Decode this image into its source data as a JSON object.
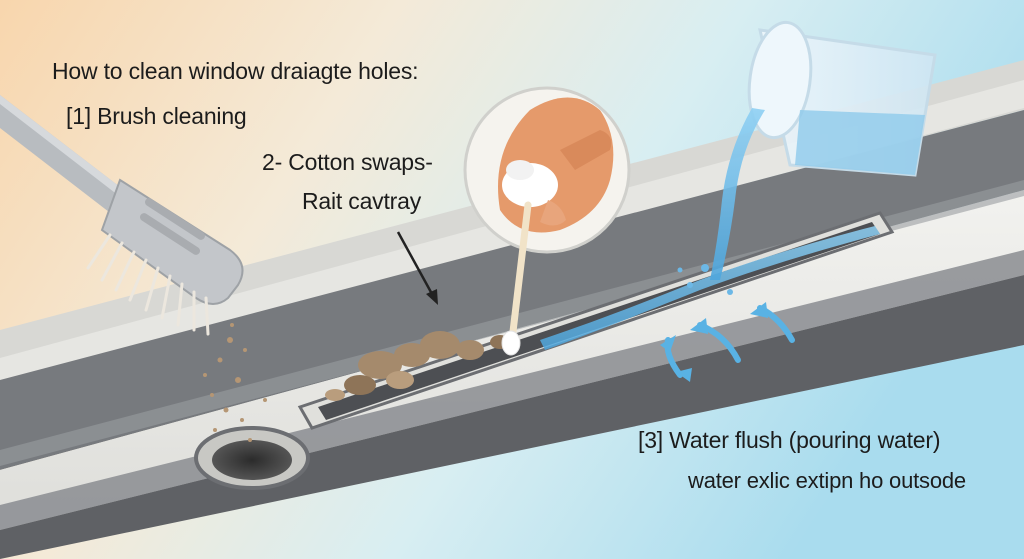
{
  "title": "How to clean window draiagte holes:",
  "steps": {
    "step1": "[1] Brush cleaning",
    "step2_line1": "2- Cotton swaps-",
    "step2_line2": "Rait cavtray",
    "step3_line1": "[3] Water flush (pouring water)",
    "step3_line2": "water exlic extipn ho outsode"
  },
  "colors": {
    "bg_warm": "#f7d9b4",
    "bg_cool": "#bfe3ef",
    "track_dark": "#6f7175",
    "track_light": "#e9e9e6",
    "water": "#6cb8e6",
    "debris": "#a58a6c"
  },
  "icons": {
    "brush": "brush-icon",
    "swab": "cotton-swab-icon",
    "cup": "water-cup-icon",
    "drain": "drain-hole-icon",
    "arrows": "airflow-arrow-icon"
  }
}
